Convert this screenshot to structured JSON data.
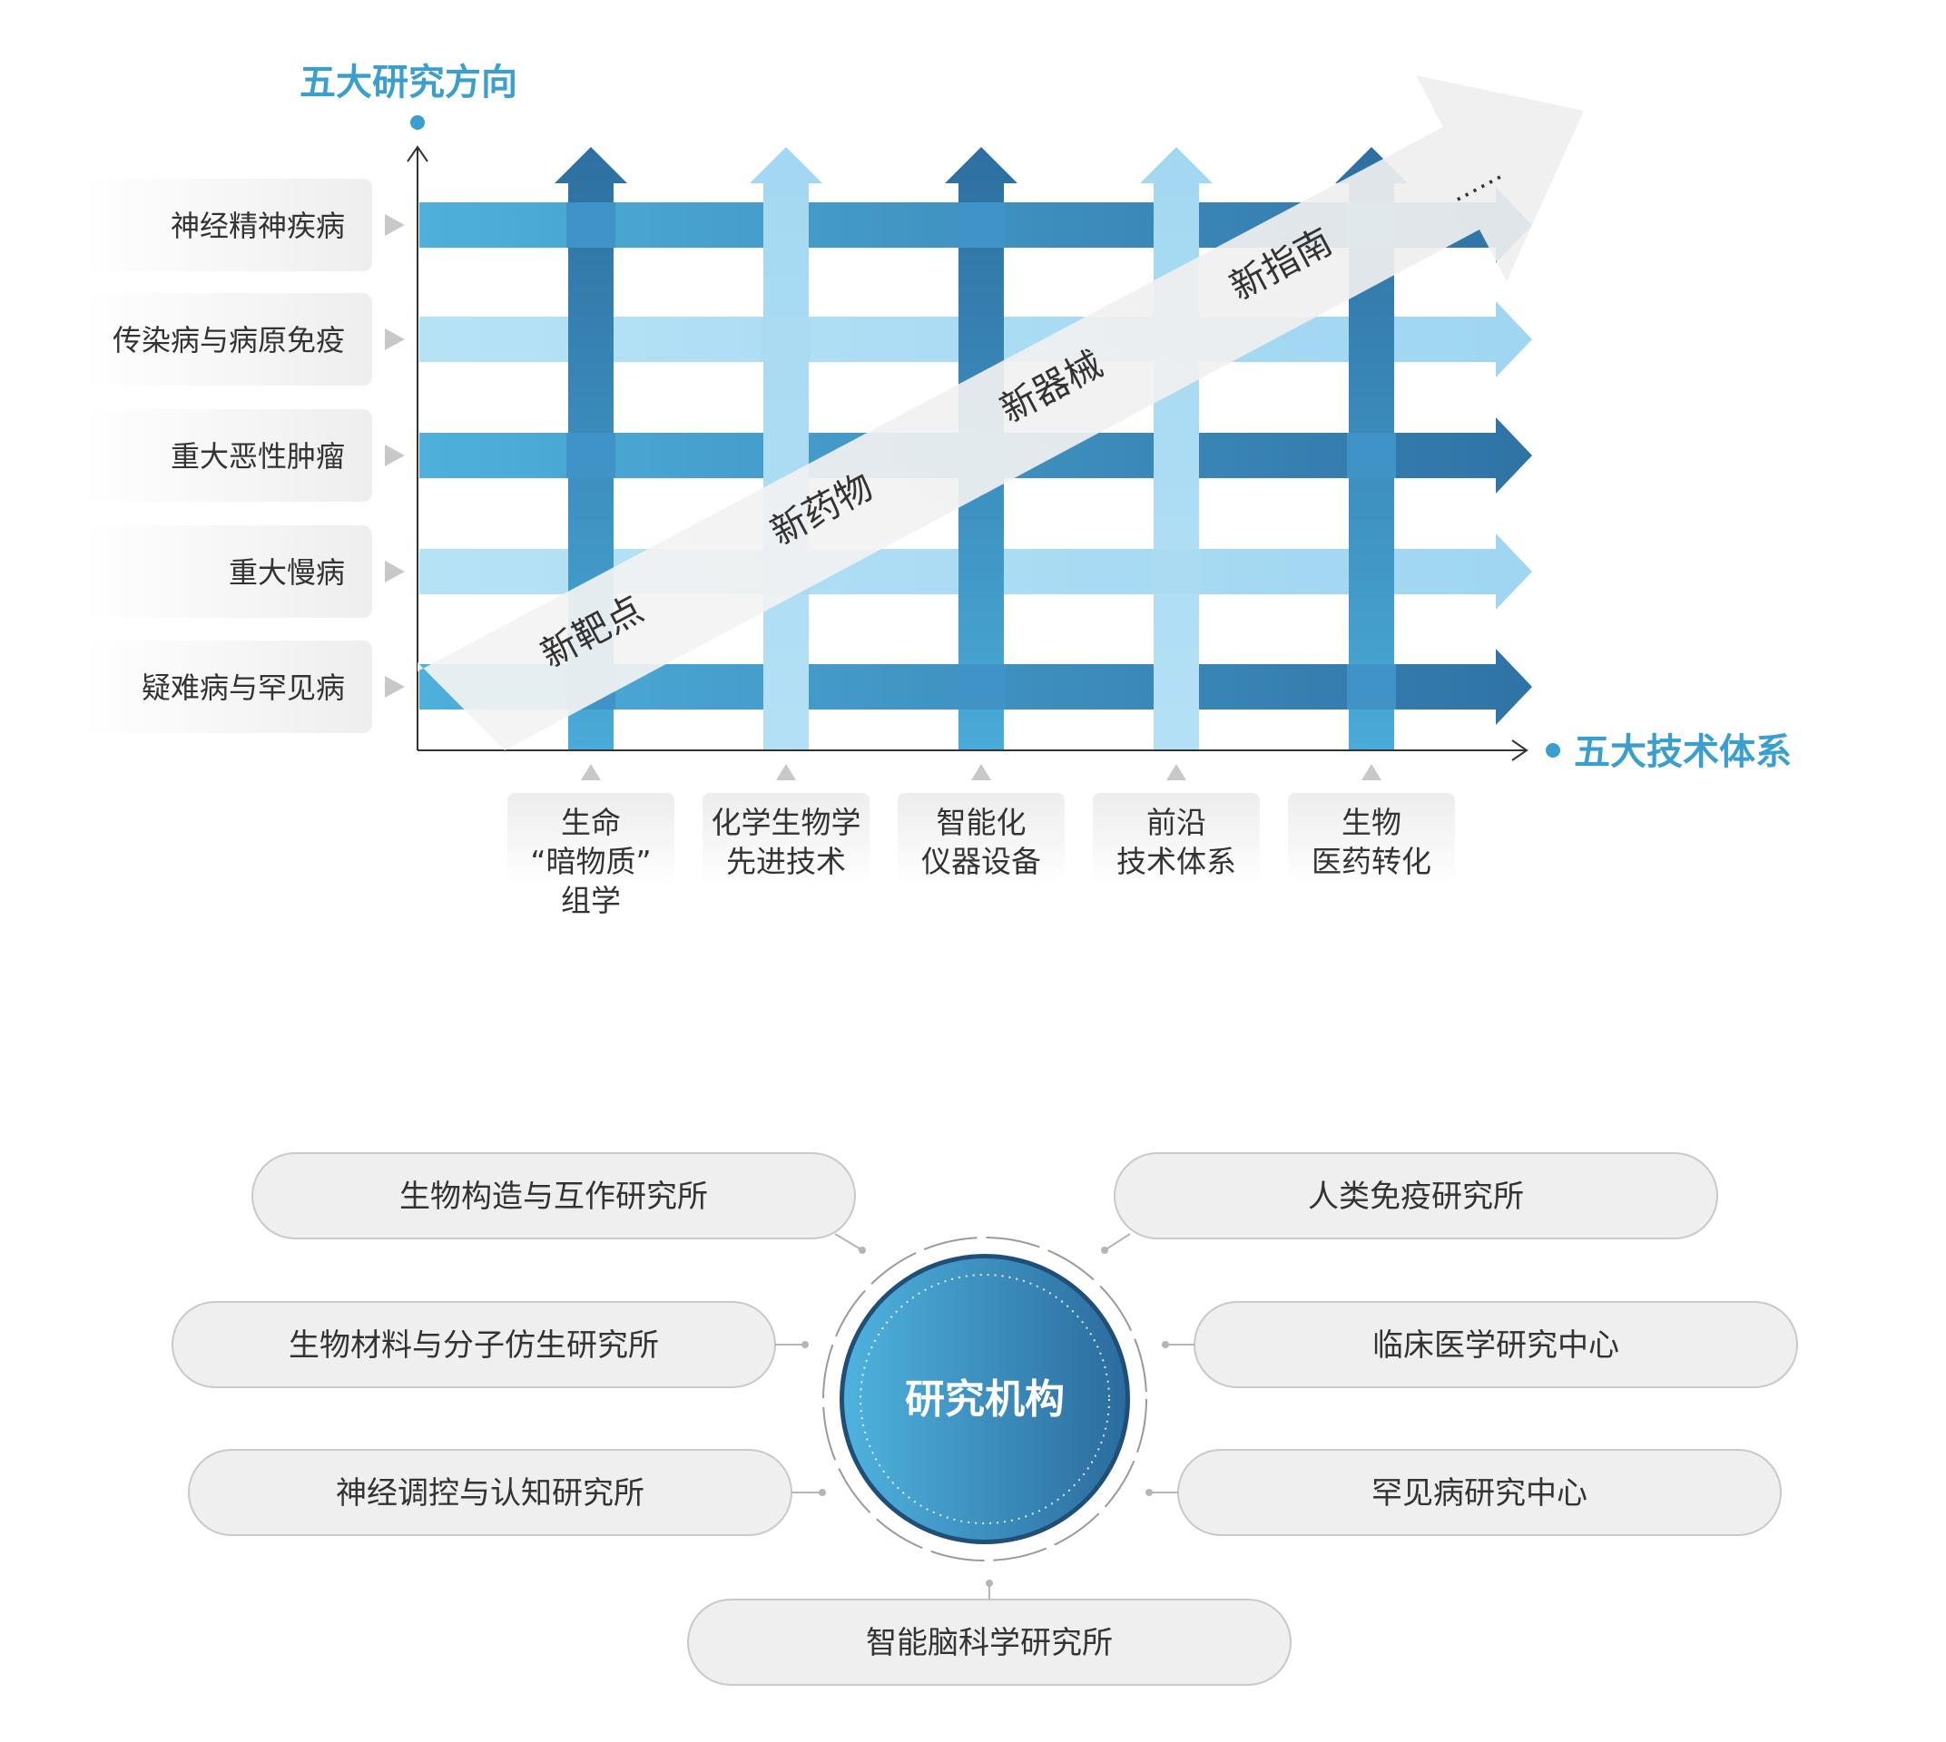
{
  "matrix": {
    "y_axis_title": "五大研究方向",
    "x_axis_title": "五大技术体系",
    "directions": [
      "神经精神疾病",
      "传染病与病原免疫",
      "重大恶性肿瘤",
      "重大慢病",
      "疑难病与罕见病"
    ],
    "systems": [
      [
        "生命",
        "“暗物质”",
        "组学"
      ],
      [
        "化学生物学",
        "先进技术"
      ],
      [
        "智能化",
        "仪器设备"
      ],
      [
        "前沿",
        "技术体系"
      ],
      [
        "生物",
        "医药转化"
      ]
    ],
    "outputs": [
      "新靶点",
      "新药物",
      "新器械",
      "新指南"
    ],
    "ellipsis": "……",
    "colors": {
      "dark": "#2f78aa",
      "mid": "#4aa7d6",
      "light": "#a9dcf4",
      "title": "#3a9ecf"
    }
  },
  "institutes": {
    "center": "研究机构",
    "left": [
      "生物构造与互作研究所",
      "生物材料与分子仿生研究所",
      "神经调控与认知研究所"
    ],
    "right": [
      "人类免疫研究所",
      "临床医学研究中心",
      "罕见病研究中心"
    ],
    "bottom": "智能脑科学研究所"
  }
}
